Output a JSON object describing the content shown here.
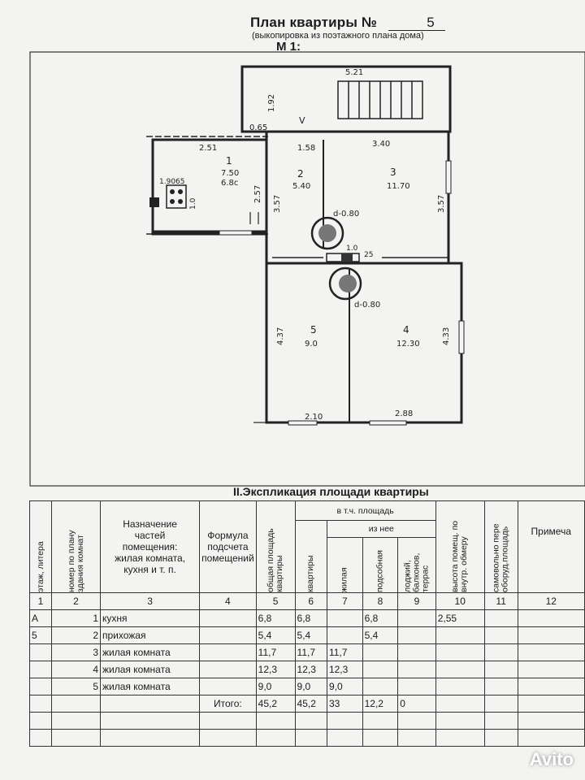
{
  "header": {
    "title": "План квартиры №",
    "number": "5",
    "subtitle": "(выкопировка из поэтажного плана дома)",
    "scale": "М 1:"
  },
  "plan": {
    "dim_top": "5.21",
    "dim_stair_height": "1.92",
    "dim_065": "0.65",
    "stair_label": "V",
    "dim_251": "2.51",
    "dim_158": "1.58",
    "dim_340": "3.40",
    "room1_num": "1",
    "room1_area_a": "7.50",
    "room1_area_b": "6.8с",
    "room1_dim_190": "1.90",
    "room1_dim_065": "65",
    "room1_dim_10": "1.0",
    "dim_257": "2.57",
    "room2_num": "2",
    "room2_area": "5.40",
    "dim_357_left": "3.57",
    "room3_num": "3",
    "room3_area": "11.70",
    "dim_357_right": "3.57",
    "stove_top": "d-0.80",
    "dim_10": "1.0",
    "dim_25": "25",
    "stove_bottom": "d-0.80",
    "dim_437": "4.37",
    "room5_num": "5",
    "room5_area": "9.0",
    "room4_num": "4",
    "room4_area": "12.30",
    "dim_433": "4.33",
    "dim_210": "2.10",
    "dim_288": "2.88"
  },
  "explication": {
    "title": "II.Экспликация площади квартиры",
    "headers": {
      "c1": "этаж, литера",
      "c2": "номер по плану здания комнат",
      "c3_line1": "Назначение",
      "c3_line2": "частей",
      "c3_line3": "помещения:",
      "c3_line4": "жилая комната,",
      "c3_line5": "кухня и т. п.",
      "c4_line1": "Формула",
      "c4_line2": "подсчета",
      "c4_line3": "помещений",
      "c5": "общая площадь квартиры",
      "c6_group": "в т.ч. площадь",
      "c6": "квартиры",
      "c7_group": "из нее",
      "c7": "жилая",
      "c8": "подсобная",
      "c9": "лоджий, балконов, террас",
      "c10": "высота помещ. по внутр. обмеру",
      "c11": "самовольно пере оборуд.площадь",
      "c12": "Примеча"
    },
    "col_numbers": [
      "1",
      "2",
      "3",
      "4",
      "5",
      "6",
      "7",
      "8",
      "9",
      "10",
      "11",
      "12"
    ],
    "rows": [
      {
        "floor": "А",
        "num": "1",
        "name": "кухня",
        "formula": "",
        "total": "6,8",
        "apt": "6,8",
        "living": "",
        "aux": "6,8",
        "loggia": "",
        "height": "2,55",
        "self": "",
        "note": ""
      },
      {
        "floor": "5",
        "num": "2",
        "name": "прихожая",
        "formula": "",
        "total": "5,4",
        "apt": "5,4",
        "living": "",
        "aux": "5,4",
        "loggia": "",
        "height": "",
        "self": "",
        "note": ""
      },
      {
        "floor": "",
        "num": "3",
        "name": "жилая комната",
        "formula": "",
        "total": "11,7",
        "apt": "11,7",
        "living": "11,7",
        "aux": "",
        "loggia": "",
        "height": "",
        "self": "",
        "note": ""
      },
      {
        "floor": "",
        "num": "4",
        "name": "жилая комната",
        "formula": "",
        "total": "12,3",
        "apt": "12,3",
        "living": "12,3",
        "aux": "",
        "loggia": "",
        "height": "",
        "self": "",
        "note": ""
      },
      {
        "floor": "",
        "num": "5",
        "name": "жилая комната",
        "formula": "",
        "total": "9,0",
        "apt": "9,0",
        "living": "9,0",
        "aux": "",
        "loggia": "",
        "height": "",
        "self": "",
        "note": ""
      }
    ],
    "total": {
      "label": "Итого:",
      "total": "45,2",
      "apt": "45,2",
      "living": "33",
      "aux": "12,2",
      "loggia": "0"
    }
  },
  "watermark": "Avito"
}
